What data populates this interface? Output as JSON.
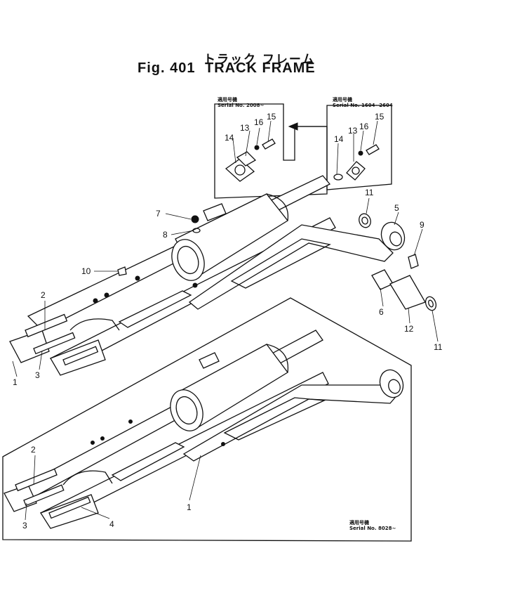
{
  "title": {
    "japanese": "トラック フレーム",
    "fig": "Fig. 401",
    "main": "TRACK FRAME"
  },
  "insets": {
    "left": {
      "label_jp": "適用号機",
      "serial": "Serial No. 2008~"
    },
    "right": {
      "label_jp": "適用号機",
      "serial": "Serial No. 1604~2604"
    },
    "bottom": {
      "label_jp": "適用号機",
      "serial": "Serial No. 8028~"
    }
  },
  "callouts": {
    "c1_upper": "1",
    "c2_upper": "2",
    "c3_upper": "3",
    "c5": "5",
    "c6": "6",
    "c7": "7",
    "c8": "8",
    "c9": "9",
    "c10": "10",
    "c11_top": "11",
    "c11_bottom": "11",
    "c12": "12",
    "c13_left": "13",
    "c14_left": "14",
    "c15_left": "15",
    "c16_left": "16",
    "c13_right": "13",
    "c14_right": "14",
    "c15_right": "15",
    "c16_right": "16",
    "c1_lower": "1",
    "c2_lower": "2",
    "c3_lower": "3",
    "c4_lower": "4"
  }
}
